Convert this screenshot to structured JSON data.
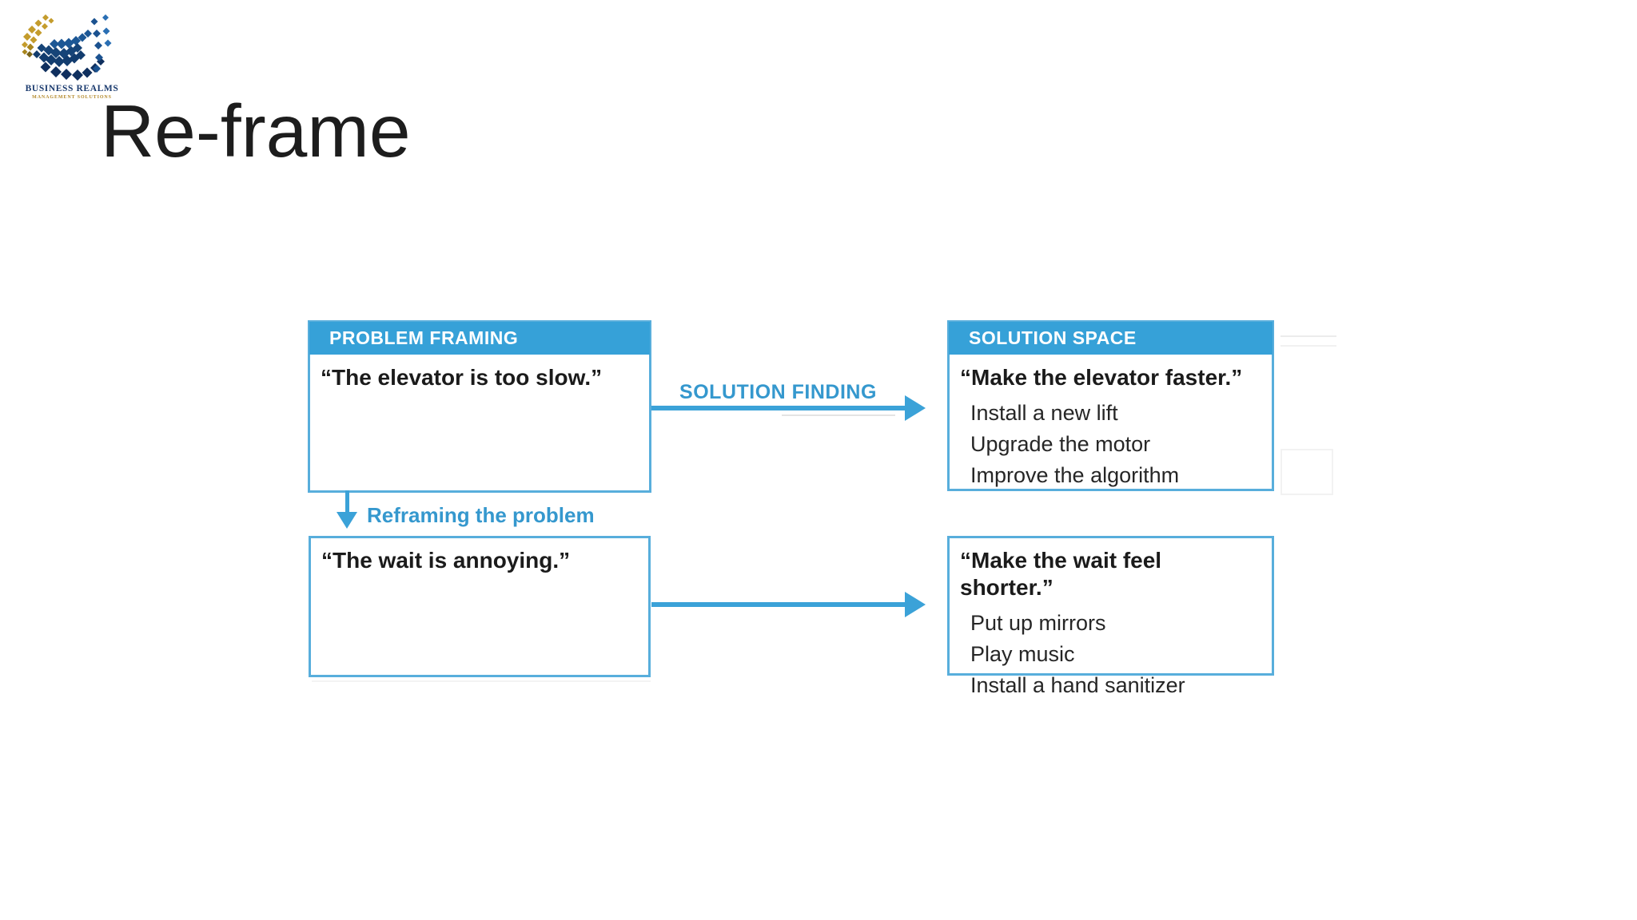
{
  "logo": {
    "company": "BUSINESS REALMS",
    "tagline": "MANAGEMENT SOLUTIONS"
  },
  "title": "Re-frame",
  "diagram": {
    "problem_framing": {
      "header": "PROBLEM FRAMING",
      "quote": "“The elevator is too slow.”"
    },
    "solution_space": {
      "header": "SOLUTION SPACE",
      "quote": "“Make the elevator faster.”",
      "items": [
        "Install a new lift",
        "Upgrade the motor",
        "Improve the algorithm"
      ]
    },
    "solution_finding_label": "SOLUTION FINDING",
    "reframing_label": "Reframing the problem",
    "reframed_problem": {
      "quote": "“The wait is annoying.”"
    },
    "reframed_solutions": {
      "quote": "“Make the wait feel shorter.”",
      "items": [
        "Put up mirrors",
        "Play music",
        "Install a hand sanitizer"
      ]
    },
    "colors": {
      "header_blue": "#36A1D8",
      "border_blue": "#58AEDC",
      "arrow_blue": "#3BA2D8",
      "label_blue": "#3598CE",
      "logo_navy": "#123C6E",
      "logo_gold": "#C49C2C"
    }
  }
}
